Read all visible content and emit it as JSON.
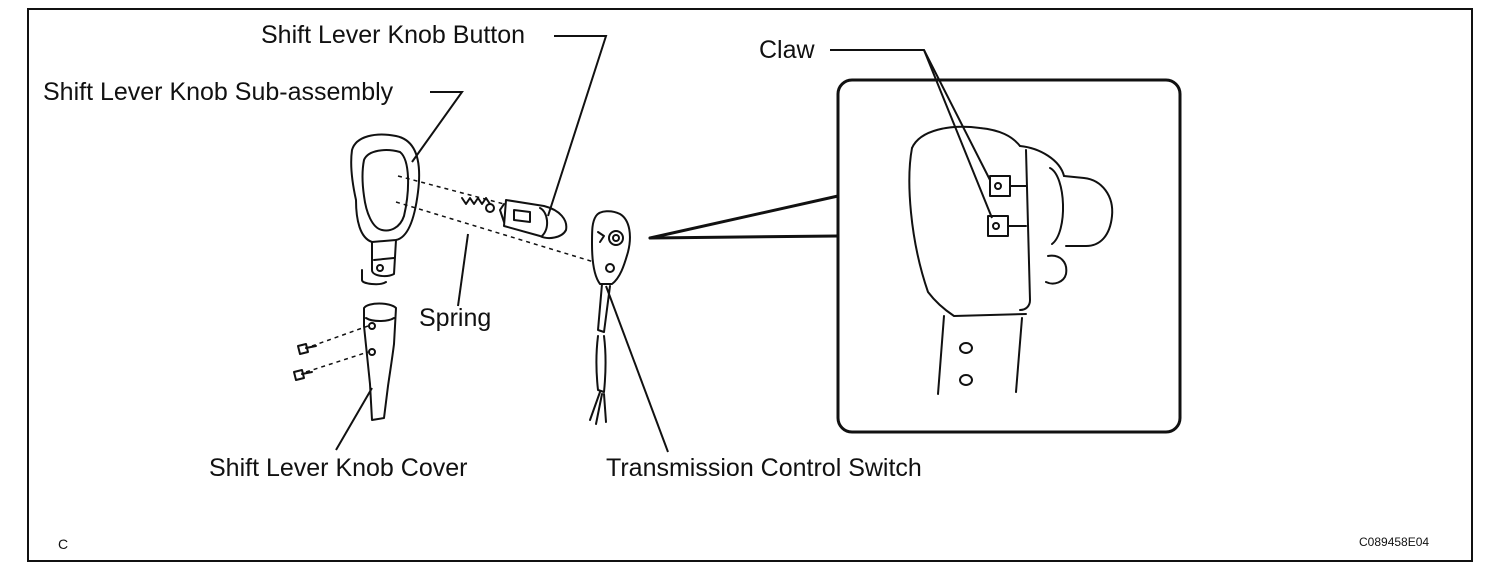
{
  "labels": {
    "knob_button": "Shift Lever Knob Button",
    "knob_subassembly": "Shift Lever Knob Sub-assembly",
    "spring": "Spring",
    "knob_cover": "Shift Lever Knob Cover",
    "transmission_switch": "Transmission Control Switch",
    "claw": "Claw"
  },
  "corner_letter": "C",
  "figure_code": "C089458E04"
}
